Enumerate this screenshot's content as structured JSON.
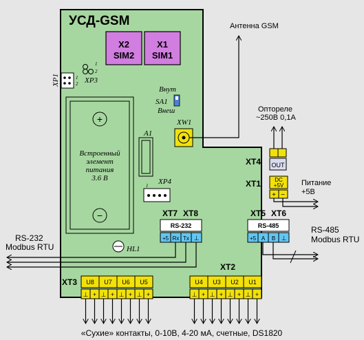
{
  "board": {
    "title": "УСД-GSM"
  },
  "sim": {
    "slot2": {
      "line1": "X2",
      "line2": "SIM2"
    },
    "slot1": {
      "line1": "X1",
      "line2": "SIM1"
    }
  },
  "labels": {
    "xp1": "XP1",
    "xp3": "XP3",
    "xp4": "XP4",
    "a1": "A1",
    "hl1": "HL1",
    "xw1": "XW1",
    "sa1": "SA1",
    "vnut": "Внут",
    "vnesh": "Внеш",
    "pin1": "1",
    "pin2": "2",
    "battery": [
      "Встроенный",
      "элемент",
      "питания",
      "3.6  В"
    ],
    "plus": "+",
    "minus": "−",
    "antenna": "Антенна GSM",
    "relay": [
      "Опторелe",
      "~250В 0,1А"
    ],
    "power": [
      "Питание",
      "+5В"
    ],
    "rs485_side": [
      "RS-485",
      "Modbus RTU"
    ],
    "rs232_side": [
      "RS-232",
      "Modbus RTU"
    ],
    "bottom": "«Сухие» контакты, 0-10В, 4-20 мА, счетные, DS1820"
  },
  "connectors": {
    "xt4": "XT4",
    "out": "OUT",
    "xt1": "XT1",
    "dc1": "DC",
    "dc2": "+5V",
    "dc_plus": "+",
    "dc_minus": "−",
    "xt7": "XT7",
    "xt8": "XT8",
    "rs232": "RS-232",
    "rs232_pins": [
      "+5",
      "Rx",
      "Tx",
      "⊥"
    ],
    "xt5": "XT5",
    "xt6": "XT6",
    "rs485": "RS-485",
    "rs485_pins": [
      "+5",
      "A",
      "B",
      "⊥"
    ],
    "xt2": "XT2",
    "xt3": "XT3",
    "left_units": [
      "U8",
      "U7",
      "U6",
      "U5"
    ],
    "right_units": [
      "U4",
      "U3",
      "U2",
      "U1"
    ],
    "unit_pins": [
      "⊥",
      "+"
    ]
  }
}
